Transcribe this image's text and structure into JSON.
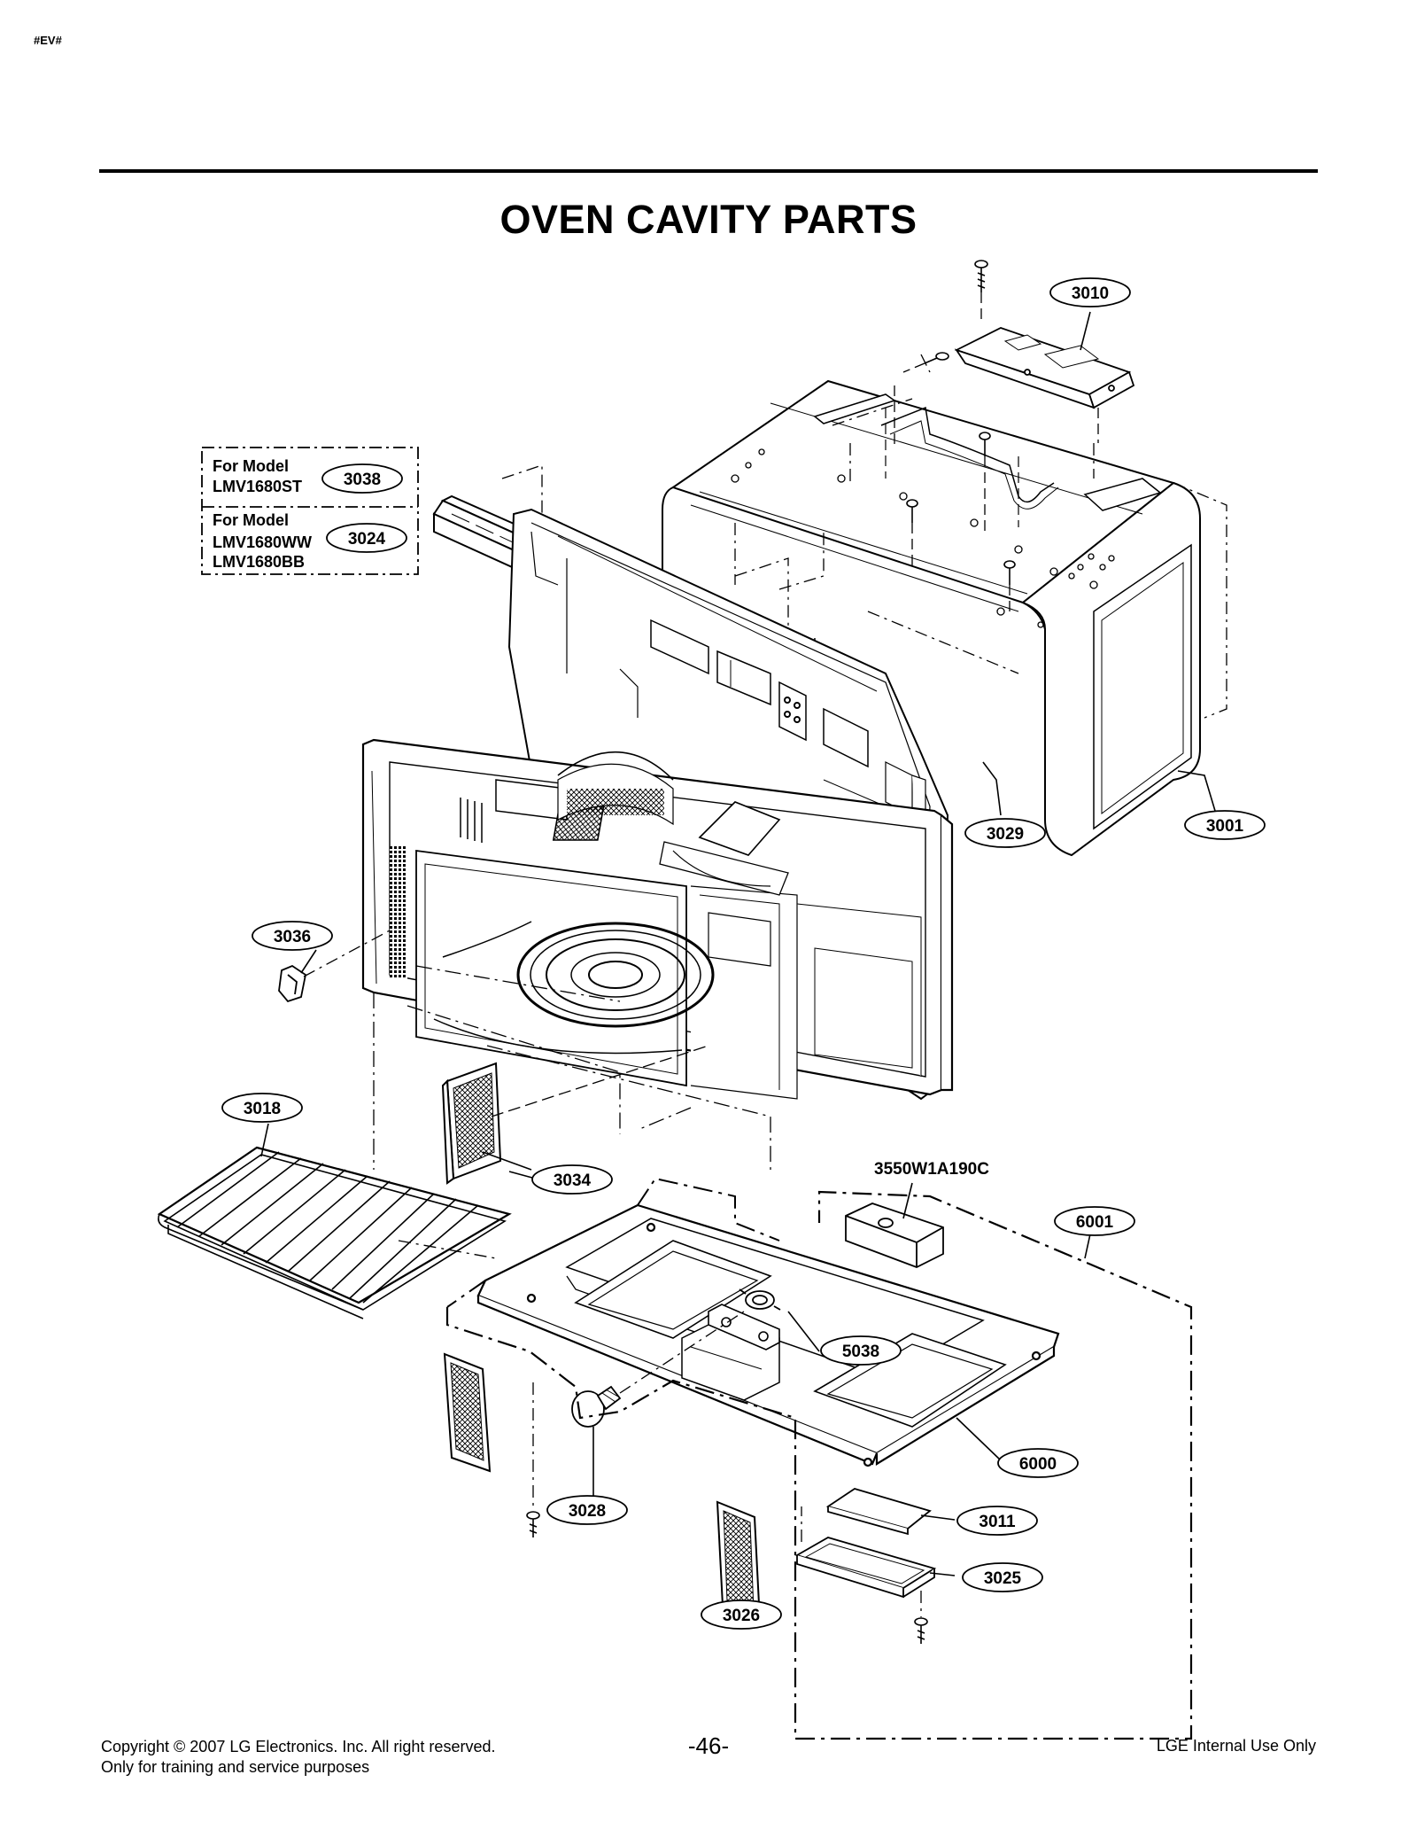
{
  "header": {
    "tag": "#EV#",
    "title": "OVEN CAVITY PARTS"
  },
  "model_box": {
    "group1": {
      "label": "For Model",
      "model": "LMV1680ST",
      "part": "3038"
    },
    "group2": {
      "label": "For Model",
      "models": [
        "LMV1680WW",
        "LMV1680BB"
      ],
      "part": "3024"
    }
  },
  "callouts": {
    "c3010": "3010",
    "c3001": "3001",
    "c3029": "3029",
    "c3036": "3036",
    "c3018": "3018",
    "c3034": "3034",
    "part_number": "3550W1A190C",
    "c6001": "6001",
    "c5038": "5038",
    "c6000": "6000",
    "c3028": "3028",
    "c3011": "3011",
    "c3025": "3025",
    "c3026": "3026"
  },
  "footer": {
    "copyright": "Copyright © 2007 LG Electronics. Inc. All right reserved.",
    "note": "Only for training and service purposes",
    "page": "-46-",
    "internal": "LGE Internal Use Only"
  }
}
